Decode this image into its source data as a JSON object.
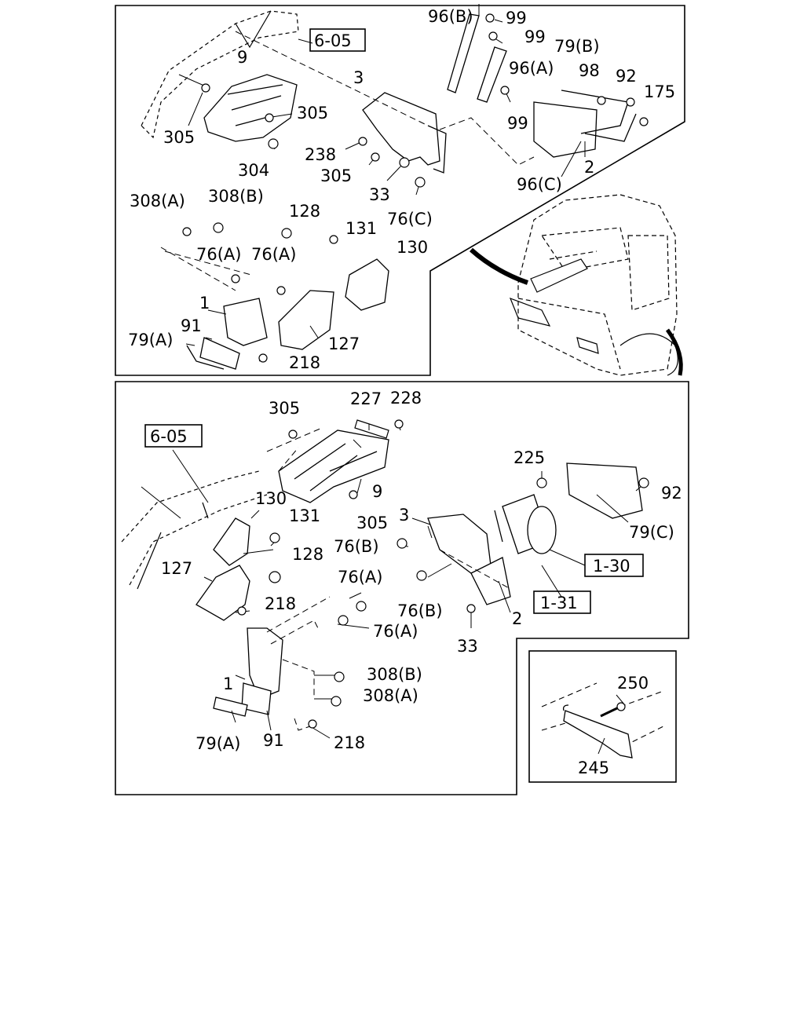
{
  "top_panel": {
    "ref_box": "6-05",
    "labels": {
      "l9": "9",
      "l3": "3",
      "l96b": "96(B)",
      "l99a": "99",
      "l99b": "99",
      "l79b": "79(B)",
      "l96a": "96(A)",
      "l98": "98",
      "l92": "92",
      "l175": "175",
      "l305a": "305",
      "l305b": "305",
      "l99c": "99",
      "l238": "238",
      "l304": "304",
      "l305c": "305",
      "l2": "2",
      "l96c": "96(C)",
      "l33": "33",
      "l76c": "76(C)",
      "l308a": "308(A)",
      "l308b": "308(B)",
      "l128": "128",
      "l131": "131",
      "l130": "130",
      "l76a1": "76(A)",
      "l76a2": "76(A)",
      "l1": "1",
      "l91": "91",
      "l79a": "79(A)",
      "l127": "127",
      "l218": "218"
    }
  },
  "middle_panel": {
    "ref_boxes": {
      "r605": "6-05",
      "r130": "1-30",
      "r131": "1-31"
    },
    "labels": {
      "l305a": "305",
      "l227": "227",
      "l228": "228",
      "l9": "9",
      "l305b": "305",
      "l225": "225",
      "l92": "92",
      "l79c": "79(C)",
      "l130": "130",
      "l131": "131",
      "l3": "3",
      "l76b1": "76(B)",
      "l128": "128",
      "l127": "127",
      "l76a1": "76(A)",
      "l218a": "218",
      "l76a2": "76(A)",
      "l76b2": "76(B)",
      "l2": "2",
      "l33": "33",
      "l1": "1",
      "l308b": "308(B)",
      "l308a": "308(A)",
      "l79a": "79(A)",
      "l91": "91",
      "l218b": "218"
    }
  },
  "inset_panel": {
    "labels": {
      "l250": "250",
      "l245": "245"
    }
  }
}
